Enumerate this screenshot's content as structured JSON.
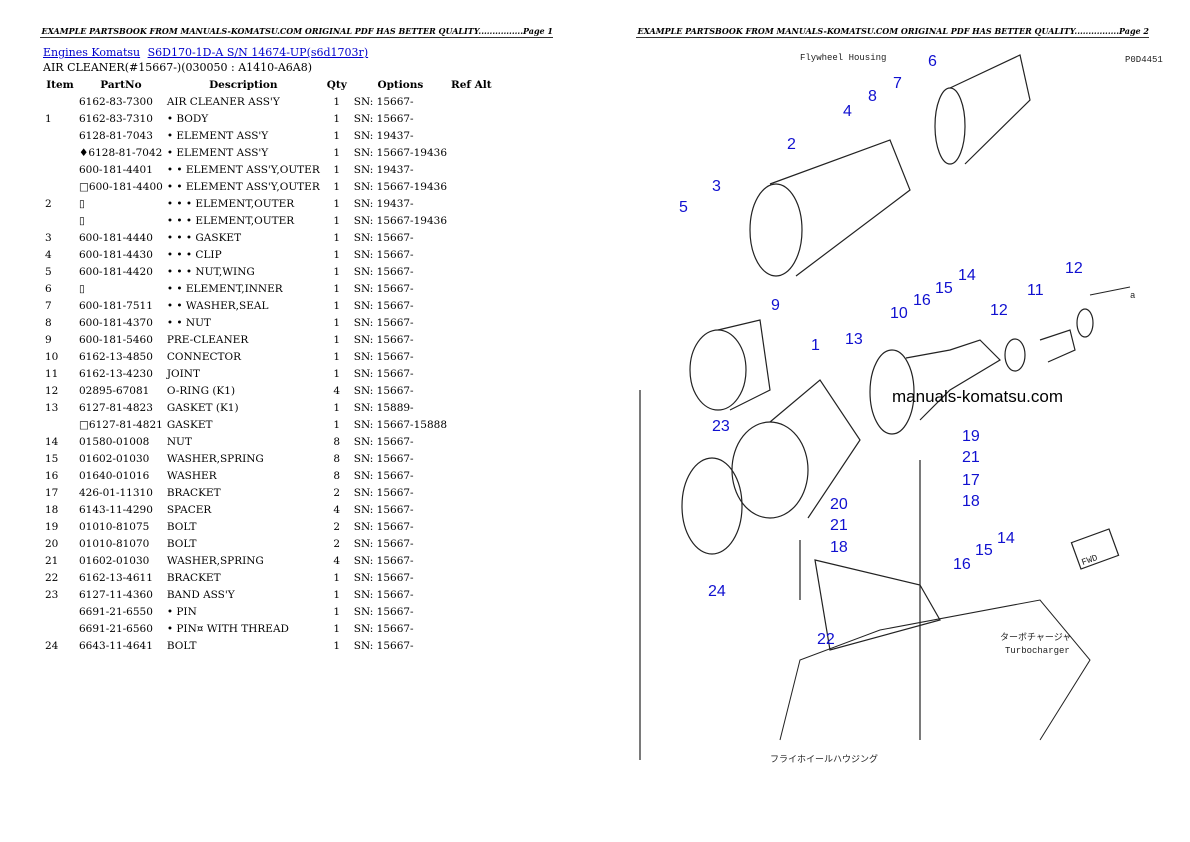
{
  "page1_header": "EXAMPLE PARTSBOOK FROM MANUALS-KOMATSU.COM ORIGINAL PDF HAS BETTER QUALITY................Page 1",
  "page2_header": "EXAMPLE PARTSBOOK FROM MANUALS-KOMATSU.COM ORIGINAL PDF HAS BETTER QUALITY................Page 2",
  "breadcrumb": {
    "link1": "Engines Komatsu",
    "link2": "S6D170-1D-A S/N 14674-UP(s6d1703r)"
  },
  "subtitle": "AIR CLEANER(#15667-)(030050 : A1410-A6A8)",
  "columns": [
    "Item",
    "PartNo",
    "Description",
    "Qty",
    "Options",
    "Ref Alt"
  ],
  "rows": [
    [
      "",
      "6162-83-7300",
      "AIR CLEANER ASS'Y",
      "1",
      "SN: 15667-"
    ],
    [
      "1",
      "6162-83-7310",
      "• BODY",
      "1",
      "SN: 15667-"
    ],
    [
      "",
      "6128-81-7043",
      "• ELEMENT ASS'Y",
      "1",
      "SN: 19437-"
    ],
    [
      "",
      "♦6128-81-7042",
      "• ELEMENT ASS'Y",
      "1",
      "SN: 15667-19436"
    ],
    [
      "",
      "600-181-4401",
      "• • ELEMENT ASS'Y,OUTER",
      "1",
      "SN: 19437-"
    ],
    [
      "",
      "□600-181-4400",
      "• • ELEMENT ASS'Y,OUTER",
      "1",
      "SN: 15667-19436"
    ],
    [
      "2",
      "▯",
      "• • • ELEMENT,OUTER",
      "1",
      "SN: 19437-"
    ],
    [
      "",
      "▯",
      "• • • ELEMENT,OUTER",
      "1",
      "SN: 15667-19436"
    ],
    [
      "3",
      "600-181-4440",
      "• • • GASKET",
      "1",
      "SN: 15667-"
    ],
    [
      "4",
      "600-181-4430",
      "• • • CLIP",
      "1",
      "SN: 15667-"
    ],
    [
      "5",
      "600-181-4420",
      "• • • NUT,WING",
      "1",
      "SN: 15667-"
    ],
    [
      "6",
      "▯",
      "• • ELEMENT,INNER",
      "1",
      "SN: 15667-"
    ],
    [
      "7",
      "600-181-7511",
      "• • WASHER,SEAL",
      "1",
      "SN: 15667-"
    ],
    [
      "8",
      "600-181-4370",
      "• • NUT",
      "1",
      "SN: 15667-"
    ],
    [
      "9",
      "600-181-5460",
      "PRE-CLEANER",
      "1",
      "SN: 15667-"
    ],
    [
      "10",
      "6162-13-4850",
      "CONNECTOR",
      "1",
      "SN: 15667-"
    ],
    [
      "11",
      "6162-13-4230",
      "JOINT",
      "1",
      "SN: 15667-"
    ],
    [
      "12",
      "02895-67081",
      "O-RING (K1)",
      "4",
      "SN: 15667-"
    ],
    [
      "13",
      "6127-81-4823",
      "GASKET (K1)",
      "1",
      "SN: 15889-"
    ],
    [
      "",
      "□6127-81-4821",
      "GASKET",
      "1",
      "SN: 15667-15888"
    ],
    [
      "14",
      "01580-01008",
      "NUT",
      "8",
      "SN: 15667-"
    ],
    [
      "15",
      "01602-01030",
      "WASHER,SPRING",
      "8",
      "SN: 15667-"
    ],
    [
      "16",
      "01640-01016",
      "WASHER",
      "8",
      "SN: 15667-"
    ],
    [
      "17",
      "426-01-11310",
      "BRACKET",
      "2",
      "SN: 15667-"
    ],
    [
      "18",
      "6143-11-4290",
      "SPACER",
      "4",
      "SN: 15667-"
    ],
    [
      "19",
      "01010-81075",
      "BOLT",
      "2",
      "SN: 15667-"
    ],
    [
      "20",
      "01010-81070",
      "BOLT",
      "2",
      "SN: 15667-"
    ],
    [
      "21",
      "01602-01030",
      "WASHER,SPRING",
      "4",
      "SN: 15667-"
    ],
    [
      "22",
      "6162-13-4611",
      "BRACKET",
      "1",
      "SN: 15667-"
    ],
    [
      "23",
      "6127-11-4360",
      "BAND ASS'Y",
      "1",
      "SN: 15667-"
    ],
    [
      "",
      "6691-21-6550",
      "• PIN",
      "1",
      "SN: 15667-"
    ],
    [
      "",
      "6691-21-6560",
      "• PIN¤ WITH THREAD",
      "1",
      "SN: 15667-"
    ],
    [
      "24",
      "6643-11-4641",
      "BOLT",
      "1",
      "SN: 15667-"
    ]
  ],
  "diagram": {
    "flywheel_label": "Flywheel Housing",
    "drawing_no": "P0D4451",
    "watermark": "manuals-komatsu.com",
    "fwd": "FWD",
    "turbo_jp": "ターボチャージャ",
    "turbo_en": "Turbocharger",
    "flywheel_jp": "フライホイールハウジング",
    "ref_a": "a",
    "callouts": [
      "6",
      "7",
      "8",
      "4",
      "2",
      "3",
      "5",
      "9",
      "1",
      "13",
      "10",
      "16",
      "15",
      "14",
      "12",
      "11",
      "12",
      "23",
      "19",
      "21",
      "17",
      "18",
      "20",
      "21",
      "18",
      "14",
      "15",
      "16",
      "24",
      "22"
    ],
    "colors": {
      "callout": "#1010d0"
    }
  }
}
